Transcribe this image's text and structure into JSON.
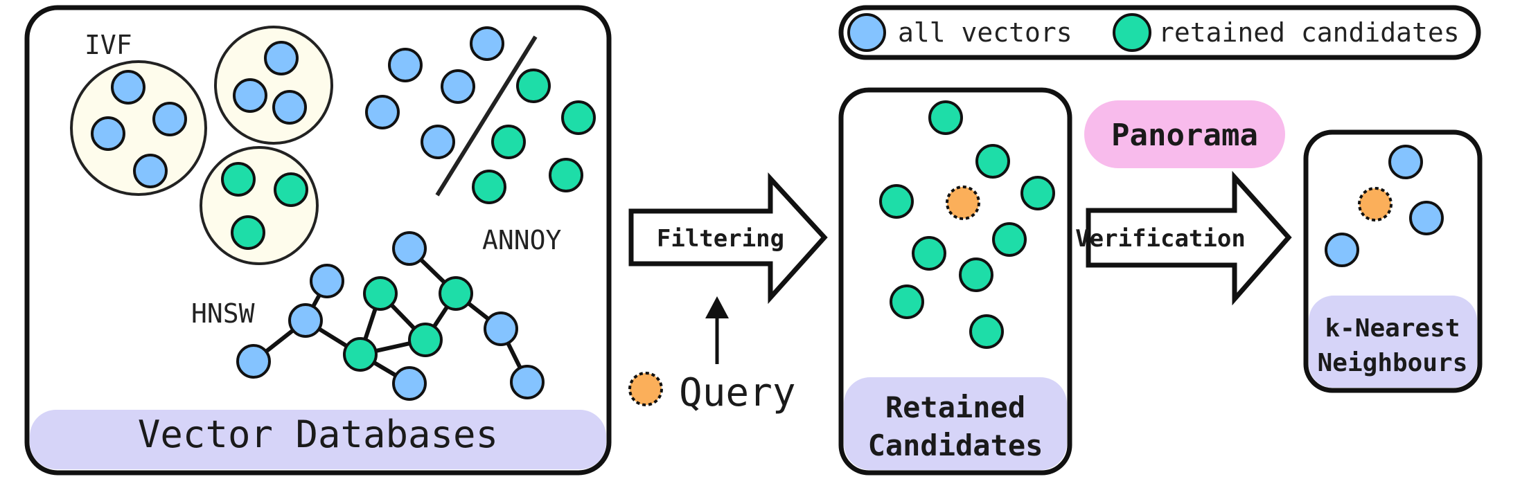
{
  "colors": {
    "all_vectors": "#84C3FF",
    "retained": "#1EDDA8",
    "query": "#FBAF5A",
    "cluster_fill": "#FEFCEC",
    "label_bg": "#D6D4F8",
    "panorama_bg": "#F8BBEC"
  },
  "legend": {
    "all_vectors_label": "all vectors",
    "retained_label": "retained candidates"
  },
  "vector_databases": {
    "title": "Vector Databases",
    "ivf": {
      "label": "IVF",
      "clusters": [
        {
          "kind": "all",
          "points": 4
        },
        {
          "kind": "all",
          "points": 3
        },
        {
          "kind": "retained",
          "points": 3
        }
      ]
    },
    "annoy": {
      "label": "ANNOY",
      "left_side_points": 5,
      "right_side_points": 5
    },
    "hnsw": {
      "label": "HNSW",
      "nodes": [
        {
          "id": "a",
          "kind": "all"
        },
        {
          "id": "b",
          "kind": "all"
        },
        {
          "id": "c",
          "kind": "all"
        },
        {
          "id": "d",
          "kind": "retained"
        },
        {
          "id": "e",
          "kind": "retained"
        },
        {
          "id": "f",
          "kind": "retained"
        },
        {
          "id": "g",
          "kind": "all"
        },
        {
          "id": "h",
          "kind": "all"
        },
        {
          "id": "i",
          "kind": "retained"
        },
        {
          "id": "j",
          "kind": "all"
        },
        {
          "id": "k",
          "kind": "all"
        }
      ],
      "edges": [
        [
          "a",
          "b"
        ],
        [
          "b",
          "c"
        ],
        [
          "b",
          "e"
        ],
        [
          "d",
          "e"
        ],
        [
          "d",
          "f"
        ],
        [
          "e",
          "f"
        ],
        [
          "e",
          "g"
        ],
        [
          "f",
          "i"
        ],
        [
          "h",
          "i"
        ],
        [
          "i",
          "j"
        ],
        [
          "j",
          "k"
        ]
      ]
    }
  },
  "filtering": {
    "arrow_label": "Filtering",
    "query_label": "Query"
  },
  "retained_candidates": {
    "title_line1": "Retained",
    "title_line2": "Candidates",
    "points": 9
  },
  "verification": {
    "arrow_label": "Verification",
    "method_label": "Panorama"
  },
  "knn": {
    "title_line1": "k-Nearest",
    "title_line2": "Neighbours",
    "points": 3
  }
}
